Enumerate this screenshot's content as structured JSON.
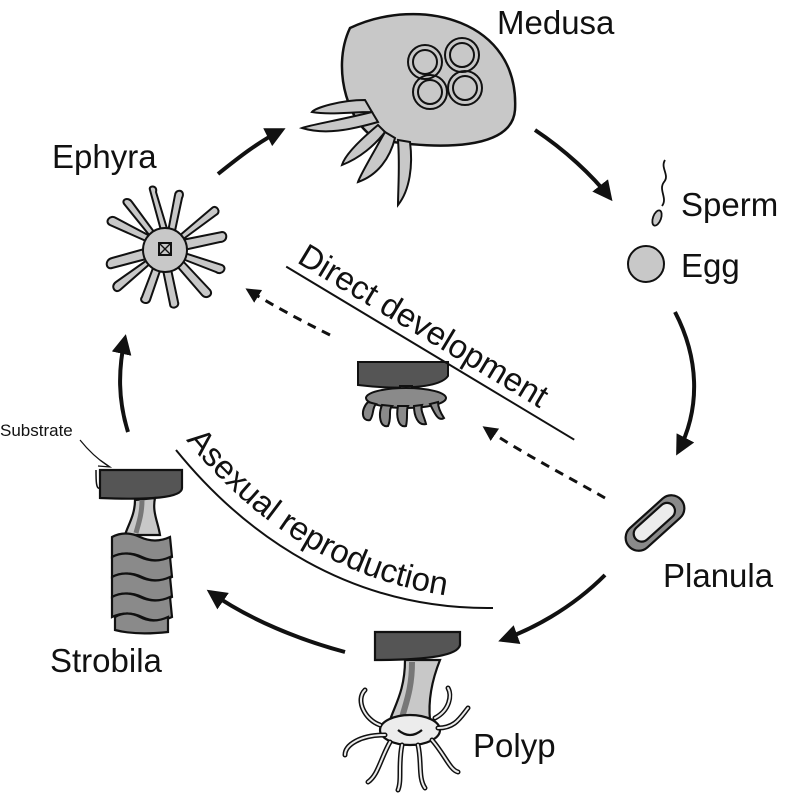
{
  "labels": {
    "medusa": "Medusa",
    "sperm": "Sperm",
    "egg": "Egg",
    "planula": "Planula",
    "polyp": "Polyp",
    "strobila": "Strobila",
    "ephyra": "Ephyra",
    "substrate": "Substrate",
    "direct_development": "Direct development",
    "asexual_reproduction": "Asexual reproduction"
  },
  "colors": {
    "fill_light": "#c8c8c8",
    "fill_mid": "#8a8a8a",
    "fill_dark": "#555555",
    "fill_pale": "#ececec",
    "stroke": "#111111"
  },
  "icons": [
    "medusa-drawing",
    "sperm-drawing",
    "egg-drawing",
    "planula-drawing",
    "polyp-drawing",
    "strobila-drawing",
    "ephyra-drawing",
    "direct-development-polyp-drawing"
  ]
}
